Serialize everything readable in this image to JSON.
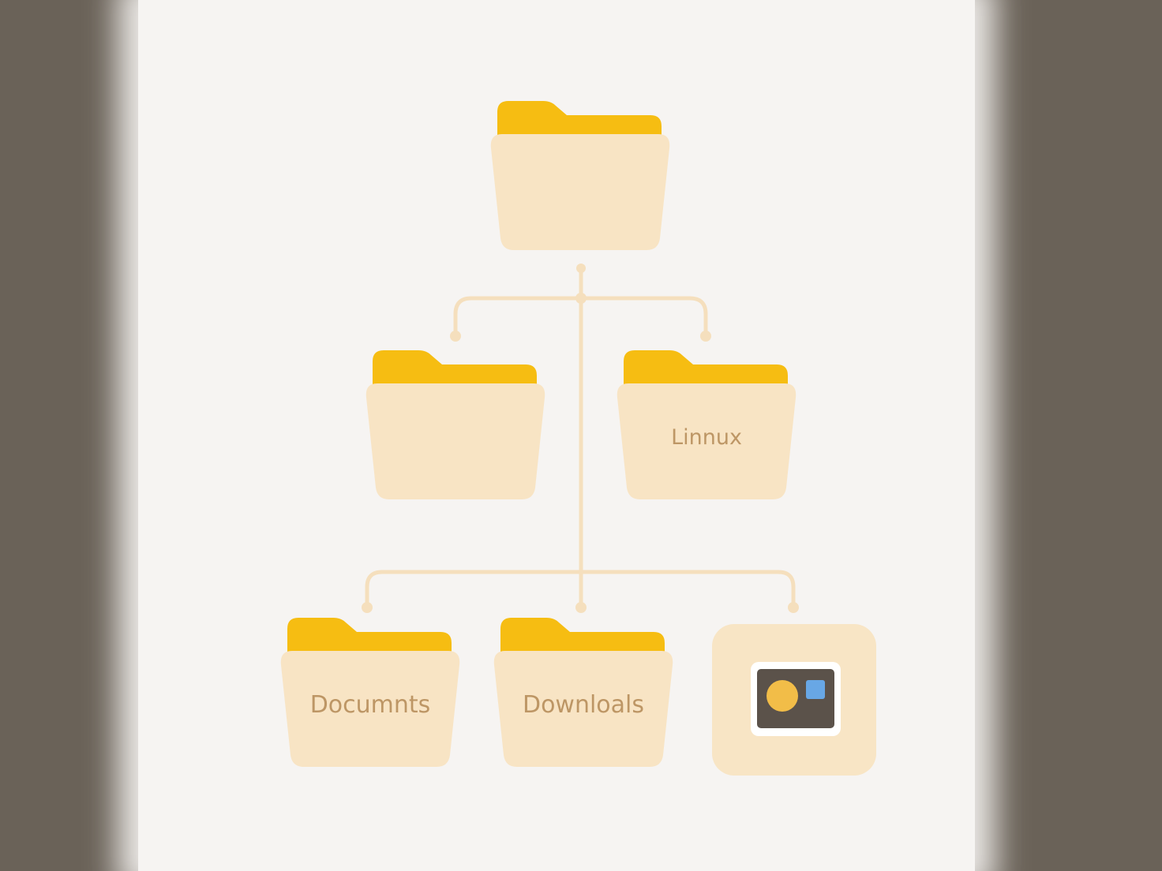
{
  "colors": {
    "folder_tab": "#f6bd12",
    "folder_body": "#f8e4c4",
    "connector": "#f5dfbd",
    "label": "#bd9665",
    "background": "#f6f4f2",
    "outer_background": "#6a6258"
  },
  "tree": {
    "root": {
      "label": "",
      "icon": "folder-icon"
    },
    "level_two": [
      {
        "label": "",
        "icon": "folder-icon"
      },
      {
        "label": "Linnux",
        "icon": "folder-icon"
      }
    ],
    "level_three": [
      {
        "label": "Documnts",
        "icon": "folder-icon"
      },
      {
        "label": "Downloals",
        "icon": "folder-icon"
      },
      {
        "label": "",
        "icon": "image-file-icon"
      }
    ]
  }
}
